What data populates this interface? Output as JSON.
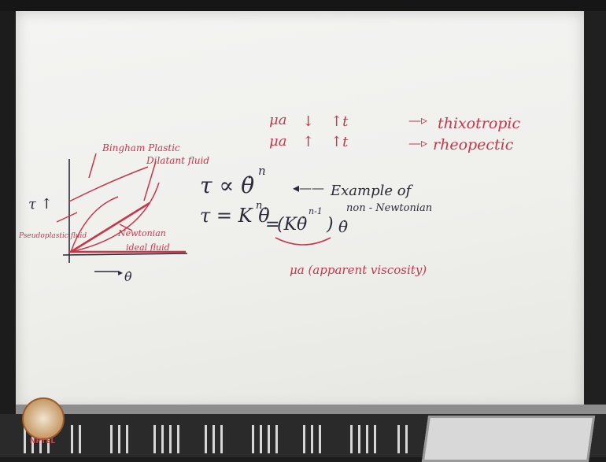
{
  "board": {
    "viscosity_rules": [
      {
        "symbol": "μa",
        "change": "↓",
        "time": "↑t",
        "result": "thixotropic"
      },
      {
        "symbol": "μa",
        "change": "↑",
        "time": "↑t",
        "result": "rheopectic"
      }
    ],
    "graph": {
      "y_label": "τ ↑",
      "x_label": "θ̇",
      "curves": {
        "bingham": "Bingham Plastic",
        "dilatant": "Dilatant fluid",
        "newtonian": "Newtonian",
        "pseudoplastic": "Pseudoplastic fluid",
        "ideal": "ideal fluid"
      }
    },
    "equations": {
      "proportional": "τ ∝ θ̇",
      "proportional_exp": "n",
      "example": "Example of",
      "non_newtonian": "non - Newtonian",
      "power_law_left": "τ = K θ̇",
      "power_law_exp": "n",
      "power_law_eq": "=",
      "bracket_term": "(Kθ̇",
      "bracket_exp": "n-1",
      "bracket_close": ")",
      "theta_dot": "θ̇",
      "apparent": "μa (apparent viscosity)"
    }
  },
  "logo": {
    "text": "NPTEL"
  },
  "colors": {
    "red_ink": "#c8364a",
    "black_ink": "#2a2a3a",
    "board": "#f1f1ee"
  }
}
